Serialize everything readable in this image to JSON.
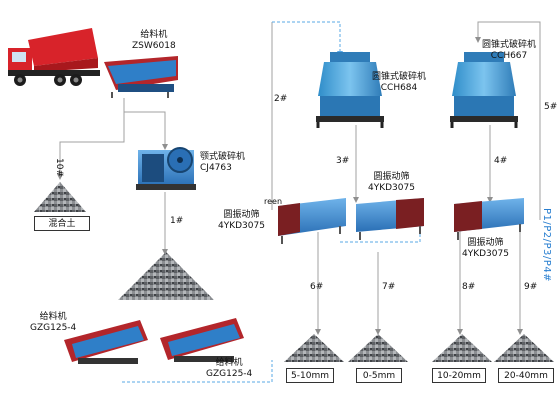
{
  "equipment": {
    "feeder_top": {
      "name": "给料机",
      "model": "ZSW6018"
    },
    "jaw_crusher": {
      "name": "颚式破碎机",
      "model": "CJ4763"
    },
    "cone_crusher_1": {
      "name": "圆锥式破碎机",
      "model": "CCH684"
    },
    "cone_crusher_2": {
      "name": "圆锥式破碎机",
      "model": "CCH667"
    },
    "screen_left": {
      "name": "圆振动筛",
      "model": "4YKD3075"
    },
    "screen_middle": {
      "name": "圆振动筛",
      "model": "4YKD3075"
    },
    "screen_right": {
      "name": "圆振动筛",
      "model": "4YKD3075"
    },
    "feeder_bottom_left": {
      "name": "给料机",
      "model": "GZG125-4"
    },
    "feeder_bottom_right": {
      "name": "给料机",
      "model": "GZG125-4"
    }
  },
  "routes": {
    "r1": "1#",
    "r2": "2#",
    "r3": "3#",
    "r4": "4#",
    "r5": "5#",
    "r6": "6#",
    "r7": "7#",
    "r8": "8#",
    "r9": "9#",
    "r10": "10#"
  },
  "screen_outputs_label": "P1/P2/P3/P4#",
  "partial_text": "reen",
  "products": {
    "mixed_soil": "混合土",
    "p1": "5-10mm",
    "p2": "0-5mm",
    "p3": "10-20mm",
    "p4": "20-40mm"
  },
  "colors": {
    "line": "#a0a0a0",
    "dashed": "#5aa8e6",
    "truck_red": "#d8232a",
    "machine_blue": "#2f7fc8",
    "feeder_red": "#b3262b",
    "rock_gray": "#6b6e72"
  }
}
